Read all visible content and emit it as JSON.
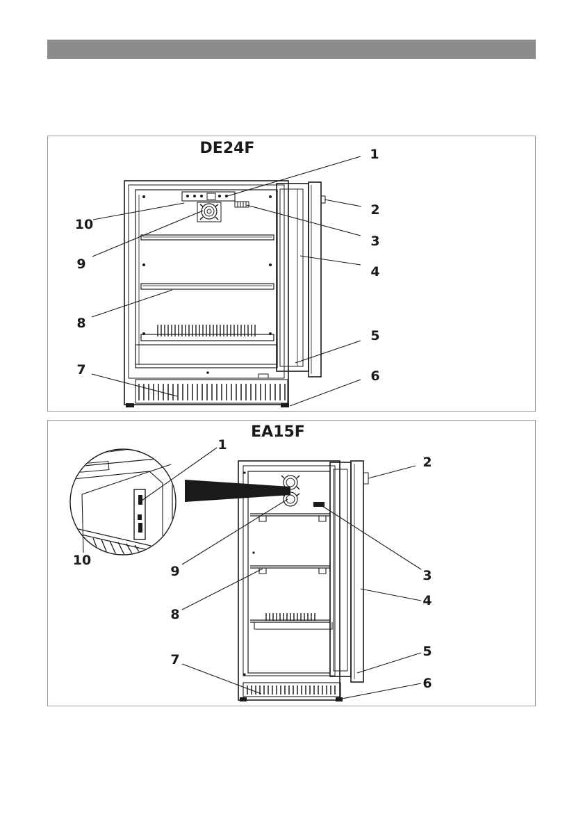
{
  "models": [
    {
      "title": "DE24F",
      "callouts": [
        "1",
        "2",
        "3",
        "4",
        "5",
        "6",
        "7",
        "8",
        "9",
        "10"
      ]
    },
    {
      "title": "EA15F",
      "callouts": [
        "1",
        "2",
        "3",
        "4",
        "5",
        "6",
        "7",
        "8",
        "9",
        "10"
      ]
    }
  ],
  "colors": {
    "header_bar": "#8c8c8c",
    "ink": "#1a1a1a",
    "panel_border": "#9a9a9a"
  },
  "icons": [
    "fan-icon",
    "display-icon",
    "light-icon",
    "shelf-icon",
    "grille-icon",
    "hinge-icon",
    "handle-icon"
  ]
}
